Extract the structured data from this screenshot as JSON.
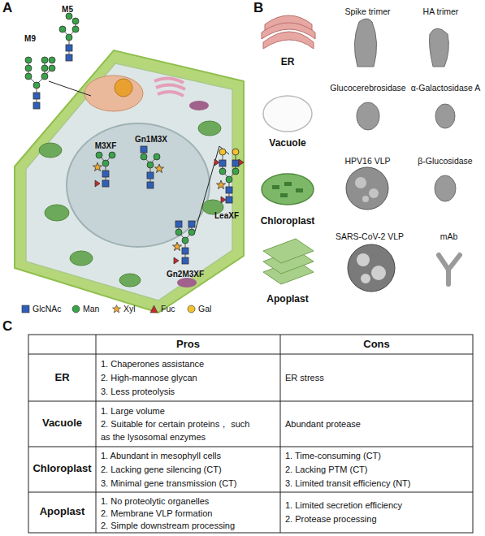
{
  "diagram": {
    "labels": [
      "A",
      "M9",
      "M5",
      "M3XF",
      "Gn1M3X",
      "Gn2M3XF",
      "LeaXF",
      "B",
      "ER",
      "Spike trimer",
      "HA trimer",
      "Vacuole",
      "Glucocerebrosidase",
      "α-Galactosidase A",
      "Chloroplast",
      "HPV16 VLP",
      "β-Glucosidase",
      "Apoplast",
      "SARS-CoV-2 VLP",
      "mAb",
      "C",
      "Pros",
      "Cons",
      "ER",
      "1. Chaperones assistance",
      "2. High-mannose glycan",
      "3. Less proteolysis",
      "ER stress",
      "Vacuole",
      "1. Large volume",
      "2. Suitable for certain proteins， such as the lysosomal enzymes",
      "Abundant protease",
      "Chloroplast",
      "1. Abundant in mesophyll cells",
      "2. Lacking gene silencing (CT)",
      "3. Minimal gene transmission (CT)",
      "1. Time-consuming (CT)",
      "2. Lacking PTM (CT)",
      "3. Limited transit efficiency (NT)",
      "Apoplast",
      "1. No proteolytic organelles",
      "2. Membrane VLP formation",
      "2. Simple downstream processing",
      "1. Limited secretion efficiency",
      "2. Protease processing"
    ],
    "legend": [
      {
        "text": "GlcNAc",
        "color": "#2f5fb8"
      },
      {
        "text": "Man",
        "color": "#3aa24a"
      },
      {
        "text": "Xyl",
        "color": "#f0a830"
      },
      {
        "text": "Fuc",
        "color": "#c8282e"
      },
      {
        "text": "Gal",
        "color": "#f2c12e"
      }
    ]
  }
}
